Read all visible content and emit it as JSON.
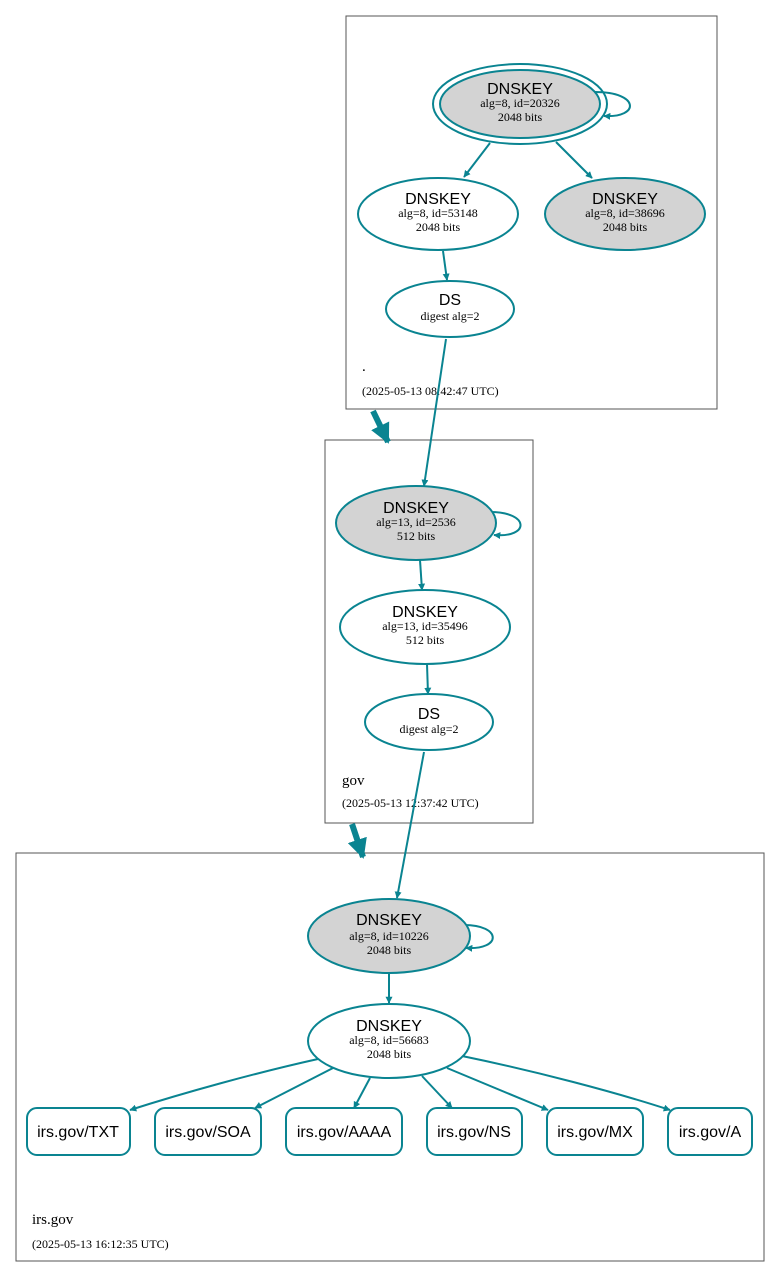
{
  "zones": {
    "root": {
      "name": ".",
      "timestamp": "(2025-05-13 08:42:47 UTC)"
    },
    "gov": {
      "name": "gov",
      "timestamp": "(2025-05-13 12:37:42 UTC)"
    },
    "irs": {
      "name": "irs.gov",
      "timestamp": "(2025-05-13 16:12:35 UTC)"
    }
  },
  "nodes": {
    "root_ksk": {
      "title": "DNSKEY",
      "line1": "alg=8, id=20326",
      "line2": "2048 bits",
      "fill": "#d3d3d3"
    },
    "root_zsk": {
      "title": "DNSKEY",
      "line1": "alg=8, id=53148",
      "line2": "2048 bits",
      "fill": "#ffffff"
    },
    "root_zsk2": {
      "title": "DNSKEY",
      "line1": "alg=8, id=38696",
      "line2": "2048 bits",
      "fill": "#d3d3d3"
    },
    "root_ds": {
      "title": "DS",
      "line1": "digest alg=2"
    },
    "gov_ksk": {
      "title": "DNSKEY",
      "line1": "alg=13, id=2536",
      "line2": "512 bits",
      "fill": "#d3d3d3"
    },
    "gov_zsk": {
      "title": "DNSKEY",
      "line1": "alg=13, id=35496",
      "line2": "512 bits",
      "fill": "#ffffff"
    },
    "gov_ds": {
      "title": "DS",
      "line1": "digest alg=2"
    },
    "irs_ksk": {
      "title": "DNSKEY",
      "line1": "alg=8, id=10226",
      "line2": "2048 bits",
      "fill": "#d3d3d3"
    },
    "irs_zsk": {
      "title": "DNSKEY",
      "line1": "alg=8, id=56683",
      "line2": "2048 bits",
      "fill": "#ffffff"
    }
  },
  "rrsets": [
    "irs.gov/TXT",
    "irs.gov/SOA",
    "irs.gov/AAAA",
    "irs.gov/NS",
    "irs.gov/MX",
    "irs.gov/A"
  ],
  "colors": {
    "edge": "#0a8491",
    "key_fill": "#d3d3d3",
    "zone_border": "#555555"
  }
}
